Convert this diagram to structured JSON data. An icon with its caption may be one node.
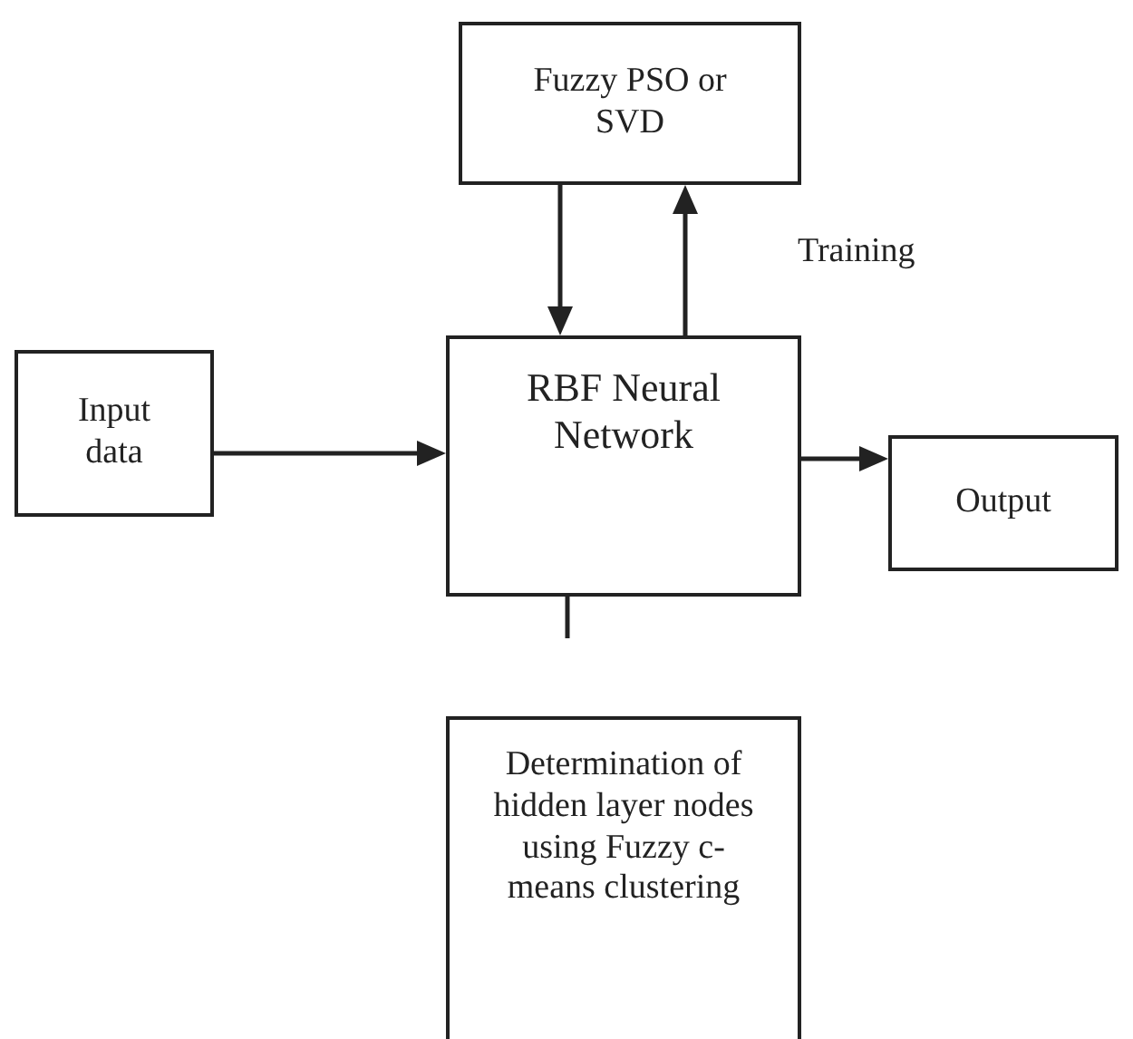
{
  "diagram": {
    "nodes": [
      {
        "text": [
          "Fuzzy PSO or SVD"
        ]
      },
      {
        "text": [
          "Input data"
        ]
      },
      {
        "text": [
          "RBF Neural Network"
        ]
      },
      {
        "text": [
          "Output"
        ]
      },
      {
        "text": [
          "Determination of hidden layer nodes using Fuzzy c-means clustering"
        ]
      }
    ],
    "edges": [
      {
        "from": 0,
        "to": 2,
        "arrow": "to"
      },
      {
        "from": 2,
        "to": 0,
        "arrow": "to",
        "label": "Training"
      },
      {
        "from": 1,
        "to": 2,
        "arrow": "to"
      },
      {
        "from": 2,
        "to": 3,
        "arrow": "to"
      },
      {
        "from": 2,
        "to": null,
        "arrow": "none"
      }
    ]
  }
}
